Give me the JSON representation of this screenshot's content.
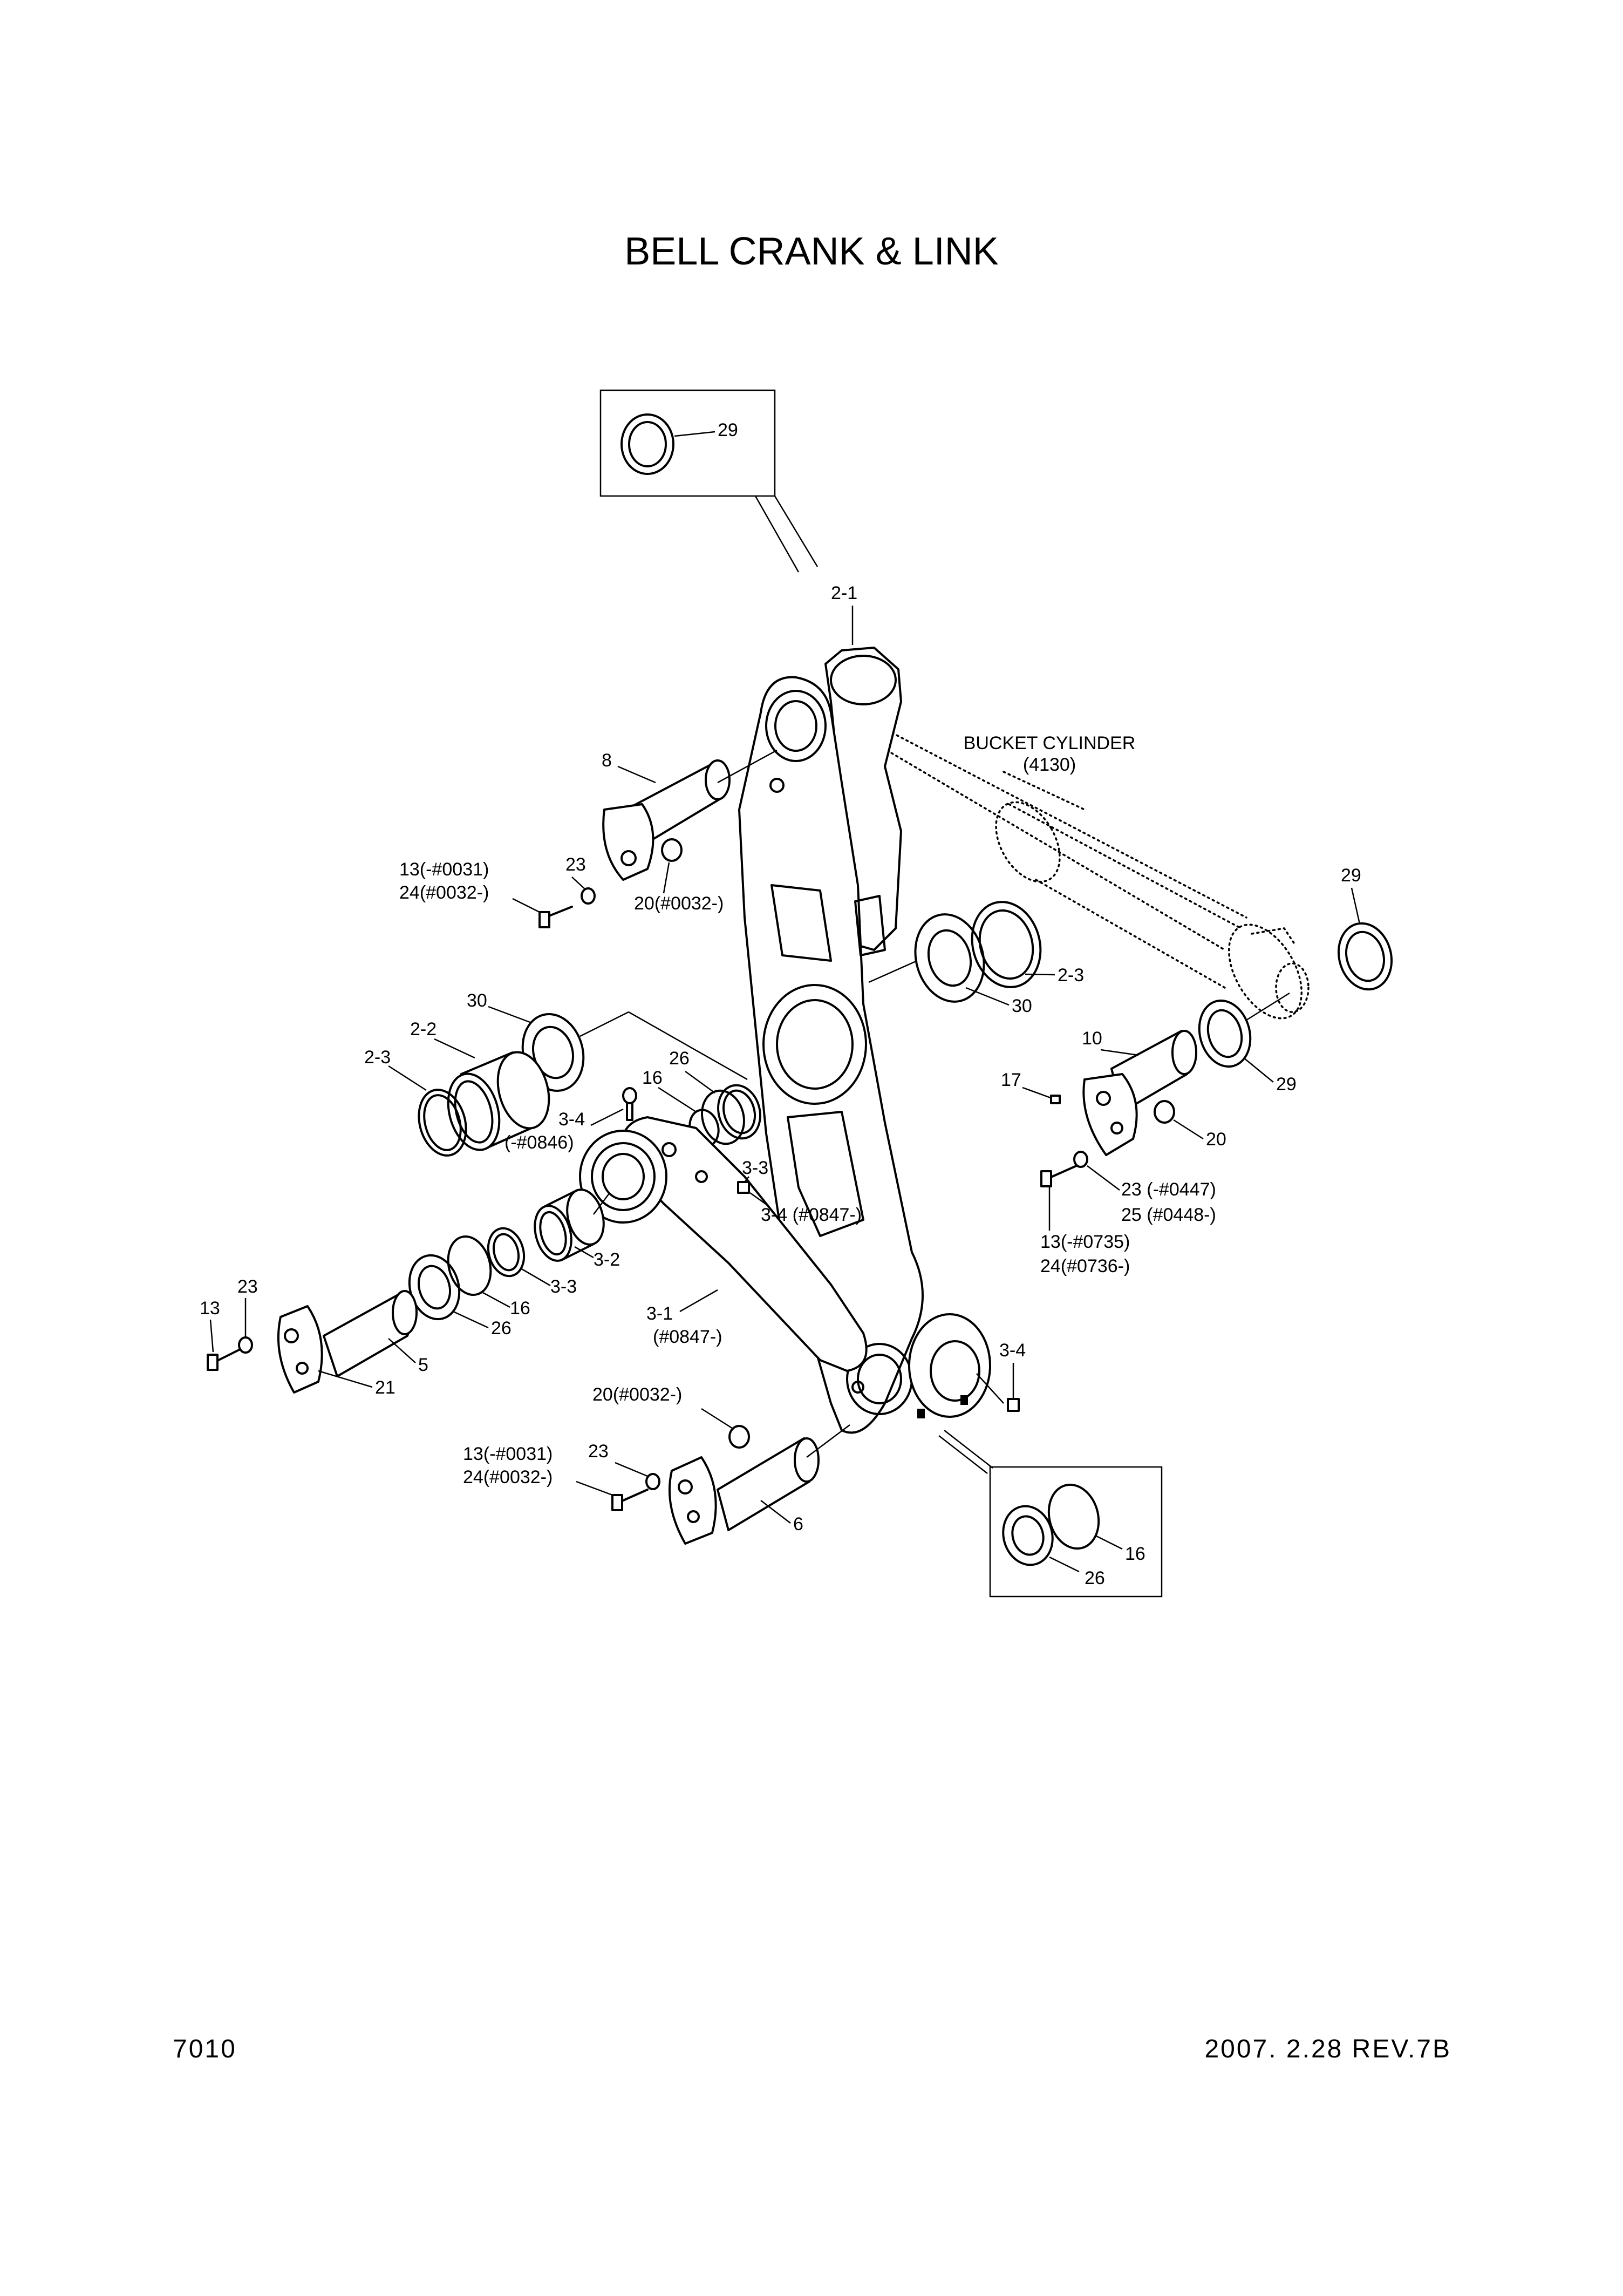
{
  "title": "BELL CRANK & LINK",
  "reference_label": "BUCKET CYLINDER",
  "reference_number": "(4130)",
  "footer": {
    "page_number": "7010",
    "date_revision": "2007. 2.28  REV.7B"
  },
  "callouts": {
    "c29_box": "29",
    "c2_1": "2-1",
    "c8": "8",
    "c23_top": "23",
    "c13_top": "13(-#0031)",
    "c24_top": "24(#0032-)",
    "c20_top": "20(#0032-)",
    "c29_right": "29",
    "c2_3_right": "2-3",
    "c30_right": "30",
    "c10": "10",
    "c29_right_low": "29",
    "c17": "17",
    "c20_right": "20",
    "c23_right": "23 (-#0447)",
    "c25_right": "25 (#0448-)",
    "c13_right": "13(-#0735)",
    "c24_right": "24(#0736-)",
    "c30_left": "30",
    "c2_2": "2-2",
    "c2_3_left": "2-3",
    "c26_mid": "26",
    "c16_mid": "16",
    "c3_4_top": "3-4",
    "c3_4_top_sn": "(-#0846)",
    "c3_3_top": "3-3",
    "c3_4_mid": "3-4 (#0847-)",
    "c3_2": "3-2",
    "c3_3_low": "3-3",
    "c16_low": "16",
    "c26_low": "26",
    "c3_1": "3-1",
    "c3_1_sn": "(#0847-)",
    "c13_left": "13",
    "c23_left": "23",
    "c5": "5",
    "c21": "21",
    "c3_4_right": "3-4",
    "c20_bottom": "20(#0032-)",
    "c13_bottom": "13(-#0031)",
    "c24_bottom": "24(#0032-)",
    "c23_bottom": "23",
    "c6": "6",
    "c16_box": "16",
    "c26_box": "26"
  }
}
